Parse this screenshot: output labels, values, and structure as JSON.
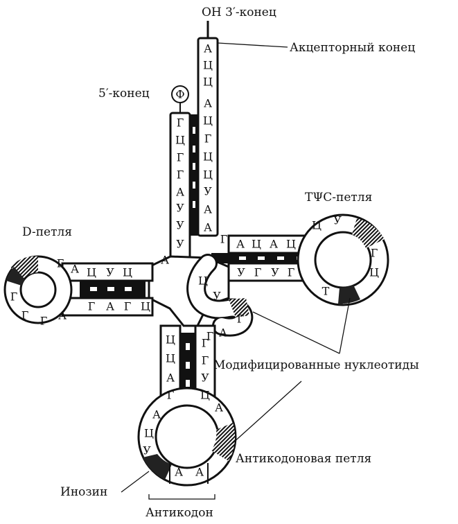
{
  "labels": {
    "three_prime": "OH 3′-конец",
    "acceptor": "Акцепторный конец",
    "five_prime": "5′-конец",
    "phosphate": "Ф",
    "d_loop": "D-петля",
    "tpsic_loop": "TΨC-петля",
    "modified": "Модифицированные нуклеотиды",
    "anticodon_loop": "Антикодоновая петля",
    "inosine": "Инозин",
    "anticodon": "Антикодон"
  },
  "acceptor_3prime": [
    "А",
    "Ц",
    "Ц",
    "А",
    "Ц",
    "Г",
    "Ц",
    "Ц",
    "У",
    "А",
    "А"
  ],
  "acceptor_5prime": [
    "Г",
    "Ц",
    "Г",
    "Г",
    "А",
    "У",
    "У",
    "У",
    "А"
  ],
  "d_arm_top": [
    "Г",
    "А",
    "Ц",
    "У",
    "Ц"
  ],
  "d_arm_bottom": [
    "Г",
    "А",
    "Г",
    "Ц"
  ],
  "d_loop_nucs": [
    "Г",
    "Г",
    "Г",
    "А"
  ],
  "t_arm_top": [
    "Г",
    "А",
    "Ц",
    "А",
    "Ц"
  ],
  "t_arm_bottom": [
    "У",
    "Г",
    "У",
    "Г"
  ],
  "t_loop_nucs": [
    "Ц",
    "У",
    "Г",
    "Ц",
    "Т"
  ],
  "variable_loop": [
    "Ц",
    "У",
    "Г",
    "А",
    "Г"
  ],
  "anticodon_arm_left": [
    "Ц",
    "Ц",
    "А",
    "Г"
  ],
  "anticodon_arm_right": [
    "Г",
    "Г",
    "У",
    "Ц"
  ],
  "anticodon_loop_left": [
    "А",
    "Ц",
    "У"
  ],
  "anticodon_loop_right": [
    "А"
  ],
  "anticodon_bases": [
    "А",
    "А"
  ]
}
